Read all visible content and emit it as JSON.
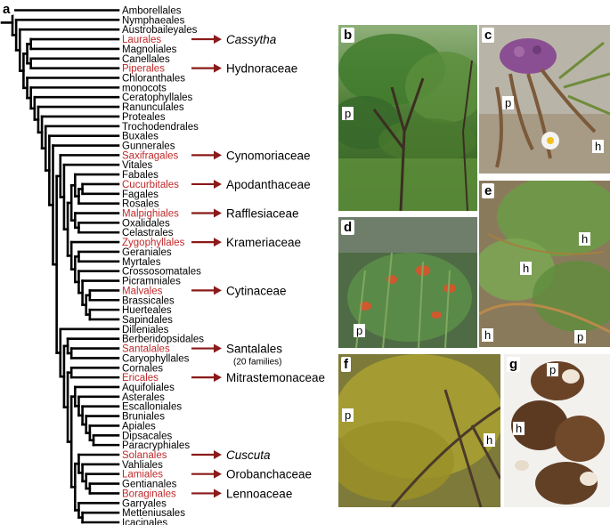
{
  "figure": {
    "panel_label": "a",
    "orders": [
      "Amborellales",
      "Nymphaeales",
      "Austrobaileyales",
      "Laurales",
      "Magnoliales",
      "Canellales",
      "Piperales",
      "Chloranthales",
      "monocots",
      "Ceratophyllales",
      "Ranunculales",
      "Proteales",
      "Trochodendrales",
      "Buxales",
      "Gunnerales",
      "Saxifragales",
      "Vitales",
      "Fabales",
      "Cucurbitales",
      "Fagales",
      "Rosales",
      "Malpighiales",
      "Oxalidales",
      "Celastrales",
      "Zygophyllales",
      "Geraniales",
      "Myrtales",
      "Crossosomatales",
      "Picramniales",
      "Malvales",
      "Brassicales",
      "Huerteales",
      "Sapindales",
      "Dilleniales",
      "Berberidopsidales",
      "Santalales",
      "Caryophyllales",
      "Cornales",
      "Ericales",
      "Aquifoliales",
      "Asterales",
      "Escalloniales",
      "Bruniales",
      "Apiales",
      "Dipsacales",
      "Paracryphiales",
      "Solanales",
      "Vahliales",
      "Lamiales",
      "Gentianales",
      "Boraginales",
      "Garryales",
      "Metteniusales",
      "Icacinales"
    ],
    "highlight_color": "#c0282a",
    "arrow_color": "#8b1a1a",
    "parasites": [
      {
        "order": "Laurales",
        "family": "Cassytha",
        "italic": true
      },
      {
        "order": "Piperales",
        "family": "Hydnoraceae"
      },
      {
        "order": "Saxifragales",
        "family": "Cynomoriaceae"
      },
      {
        "order": "Cucurbitales",
        "family": "Apodanthaceae"
      },
      {
        "order": "Malpighiales",
        "family": "Rafflesiaceae"
      },
      {
        "order": "Zygophyllales",
        "family": "Krameriaceae"
      },
      {
        "order": "Malvales",
        "family": "Cytinaceae"
      },
      {
        "order": "Santalales",
        "family": "Santalales",
        "note": "(20 families)"
      },
      {
        "order": "Ericales",
        "family": "Mitrastemonaceae"
      },
      {
        "order": "Solanales",
        "family": "Cuscuta",
        "italic": true
      },
      {
        "order": "Lamiales",
        "family": "Orobanchaceae"
      },
      {
        "order": "Boraginales",
        "family": "Lennoaceae"
      }
    ]
  },
  "photos": {
    "b": {
      "label": "b",
      "tags": [
        "p"
      ]
    },
    "c": {
      "label": "c",
      "tags": [
        "p",
        "h"
      ]
    },
    "d": {
      "label": "d",
      "tags": [
        "p"
      ]
    },
    "e": {
      "label": "e",
      "tags": [
        "h",
        "h",
        "h",
        "p"
      ]
    },
    "f": {
      "label": "f",
      "tags": [
        "p",
        "h"
      ]
    },
    "g": {
      "label": "g",
      "tags": [
        "p",
        "h"
      ]
    }
  }
}
